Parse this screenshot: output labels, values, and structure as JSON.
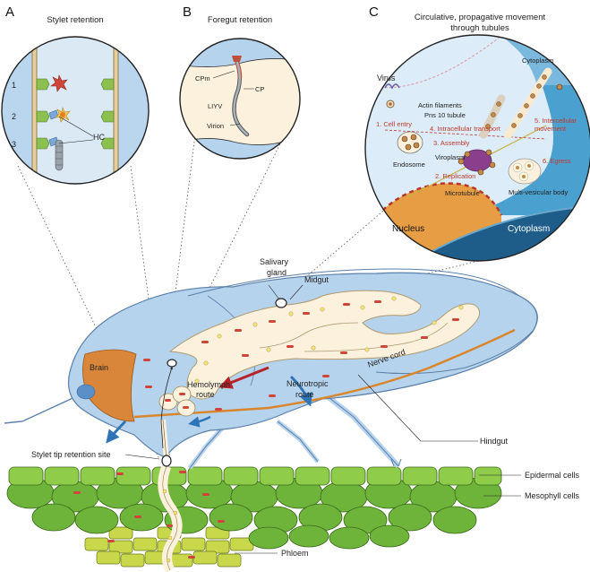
{
  "panels": {
    "a": {
      "letter": "A",
      "title": "Stylet retention",
      "numbers": [
        "1",
        "2",
        "3"
      ],
      "hc": "HC"
    },
    "b": {
      "letter": "B",
      "title": "Foregut retention",
      "cpm": "CPm",
      "cp": "CP",
      "liyv": "LIYV",
      "virion": "Virion"
    },
    "c": {
      "letter": "C",
      "title_line1": "Circulative, propagative movement",
      "title_line2": "through tubules",
      "virus": "Virus",
      "cytoplasm_top": "Cytoplasm",
      "actin": "Actin filaments",
      "pns10": "Pns 10 tubule",
      "step1": "1. Cell entry",
      "step2": "2. Replication",
      "step3": "3. Assembly",
      "step4": "4. Intracellular transport",
      "step5_line1": "5. Intercellular",
      "step5_line2": "movement",
      "step6": "6. Egress",
      "endosome": "Endosome",
      "viroplasm": "Viroplasm",
      "microtubule": "Microtubule",
      "mvb": "Multi-vesicular body",
      "nucleus": "Nucleus",
      "cytoplasm_bottom": "Cytoplasm"
    }
  },
  "insect": {
    "salivary_line1": "Salivary",
    "salivary_line2": "gland",
    "midgut": "Midgut",
    "brain": "Brain",
    "hemolymph_line1": "Hemolymph",
    "hemolymph_line2": "route",
    "nerve_cord": "Nerve cord",
    "neurotropic_line1": "Neurotropic",
    "neurotropic_line2": "route",
    "hindgut": "Hindgut",
    "stylet_tip": "Stylet tip retention site"
  },
  "plant": {
    "epidermal": "Epidermal cells",
    "mesophyll": "Mesophyll cells",
    "phloem": "Phloem"
  },
  "colors": {
    "body_blue": "#b6d3ee",
    "body_outline": "#5a7fa8",
    "gut_cream": "#fbf1dc",
    "brain_orange": "#d9863a",
    "nerve_orange": "#d9862c",
    "virus_red": "#d0453a",
    "virion_yellow": "#f3e27a",
    "leaf_green": "#7cbf3d",
    "phloem_yellow": "#c9d84a",
    "arrow_red": "#b8232a",
    "arrow_blue": "#2f74b5"
  }
}
